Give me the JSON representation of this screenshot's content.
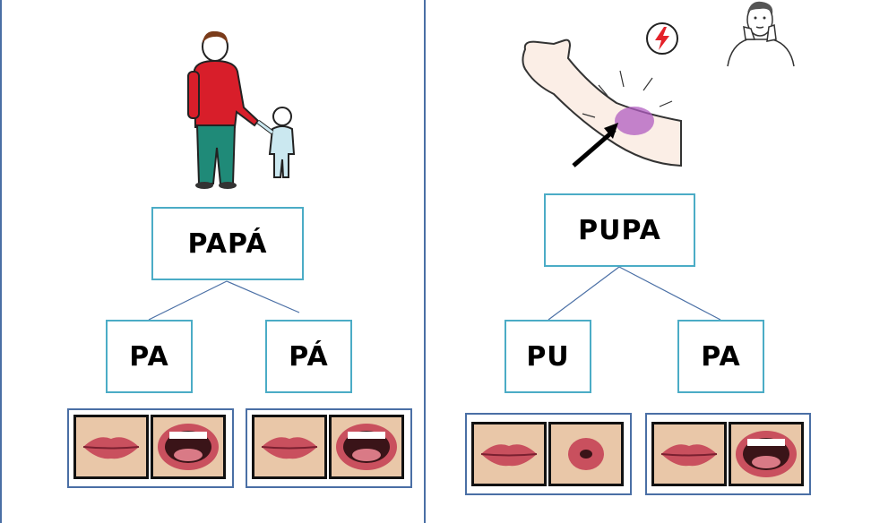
{
  "left": {
    "word": "PAPÁ",
    "syllables": [
      "PA",
      "PÁ"
    ],
    "picture": "father-and-child-pictogram",
    "mouths": [
      [
        "closed-lips",
        "open-mouth-a"
      ],
      [
        "closed-lips",
        "open-mouth-a"
      ]
    ]
  },
  "right": {
    "word": "PUPA",
    "syllables": [
      "PU",
      "PA"
    ],
    "picture": "hurt-arm-pictogram",
    "sign_icons": [
      "pain-lightning-icon",
      "sign-language-person-icon"
    ],
    "mouths": [
      [
        "closed-lips",
        "rounded-lips-u"
      ],
      [
        "closed-lips",
        "open-mouth-a"
      ]
    ]
  },
  "colors": {
    "box_border": "#4bacc6",
    "frame_border": "#4a6fa5",
    "line": "#4a6fa5"
  }
}
